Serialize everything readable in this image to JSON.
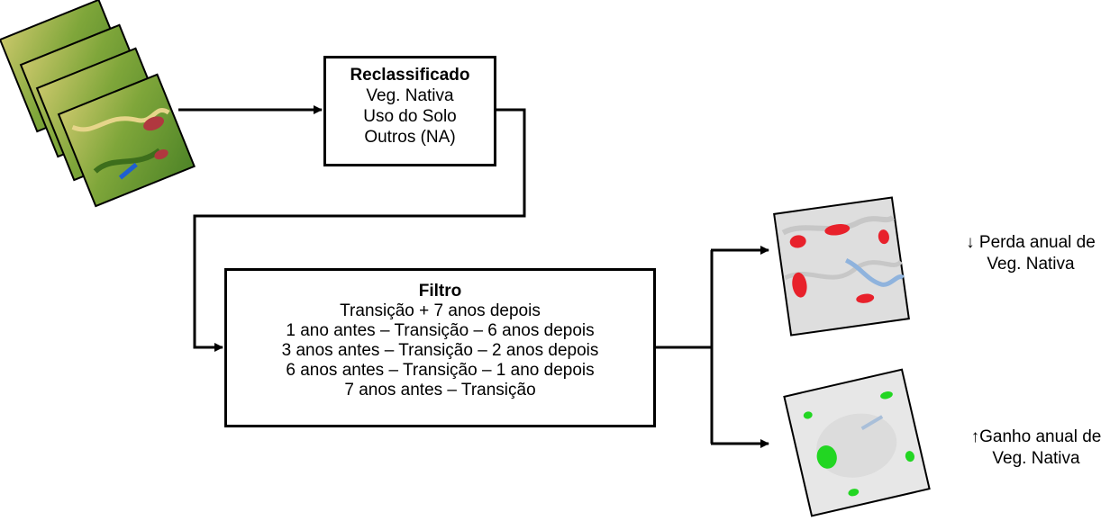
{
  "reclassificado": {
    "title": "Reclassificado",
    "lines": [
      "Veg. Nativa",
      "Uso do Solo",
      "Outros (NA)"
    ]
  },
  "filtro": {
    "title": "Filtro",
    "lines": [
      "Transição + 7 anos depois",
      "1 ano antes – Transição – 6  anos depois",
      "3 anos antes – Transição – 2 anos depois",
      "6 anos antes – Transição – 1 ano depois",
      "7 anos antes – Transição"
    ]
  },
  "outputs": {
    "loss": {
      "line1": "↓ Perda anual de",
      "line2": "Veg. Nativa",
      "color": "#e8212b"
    },
    "gain": {
      "line1": "↑Ganho anual de",
      "line2": "Veg. Nativa",
      "color": "#22d622"
    }
  },
  "input_stack": {
    "count": 4,
    "colors": [
      "#6b9a2e",
      "#c9c76a",
      "#1f5fd0",
      "#b0383f"
    ]
  }
}
